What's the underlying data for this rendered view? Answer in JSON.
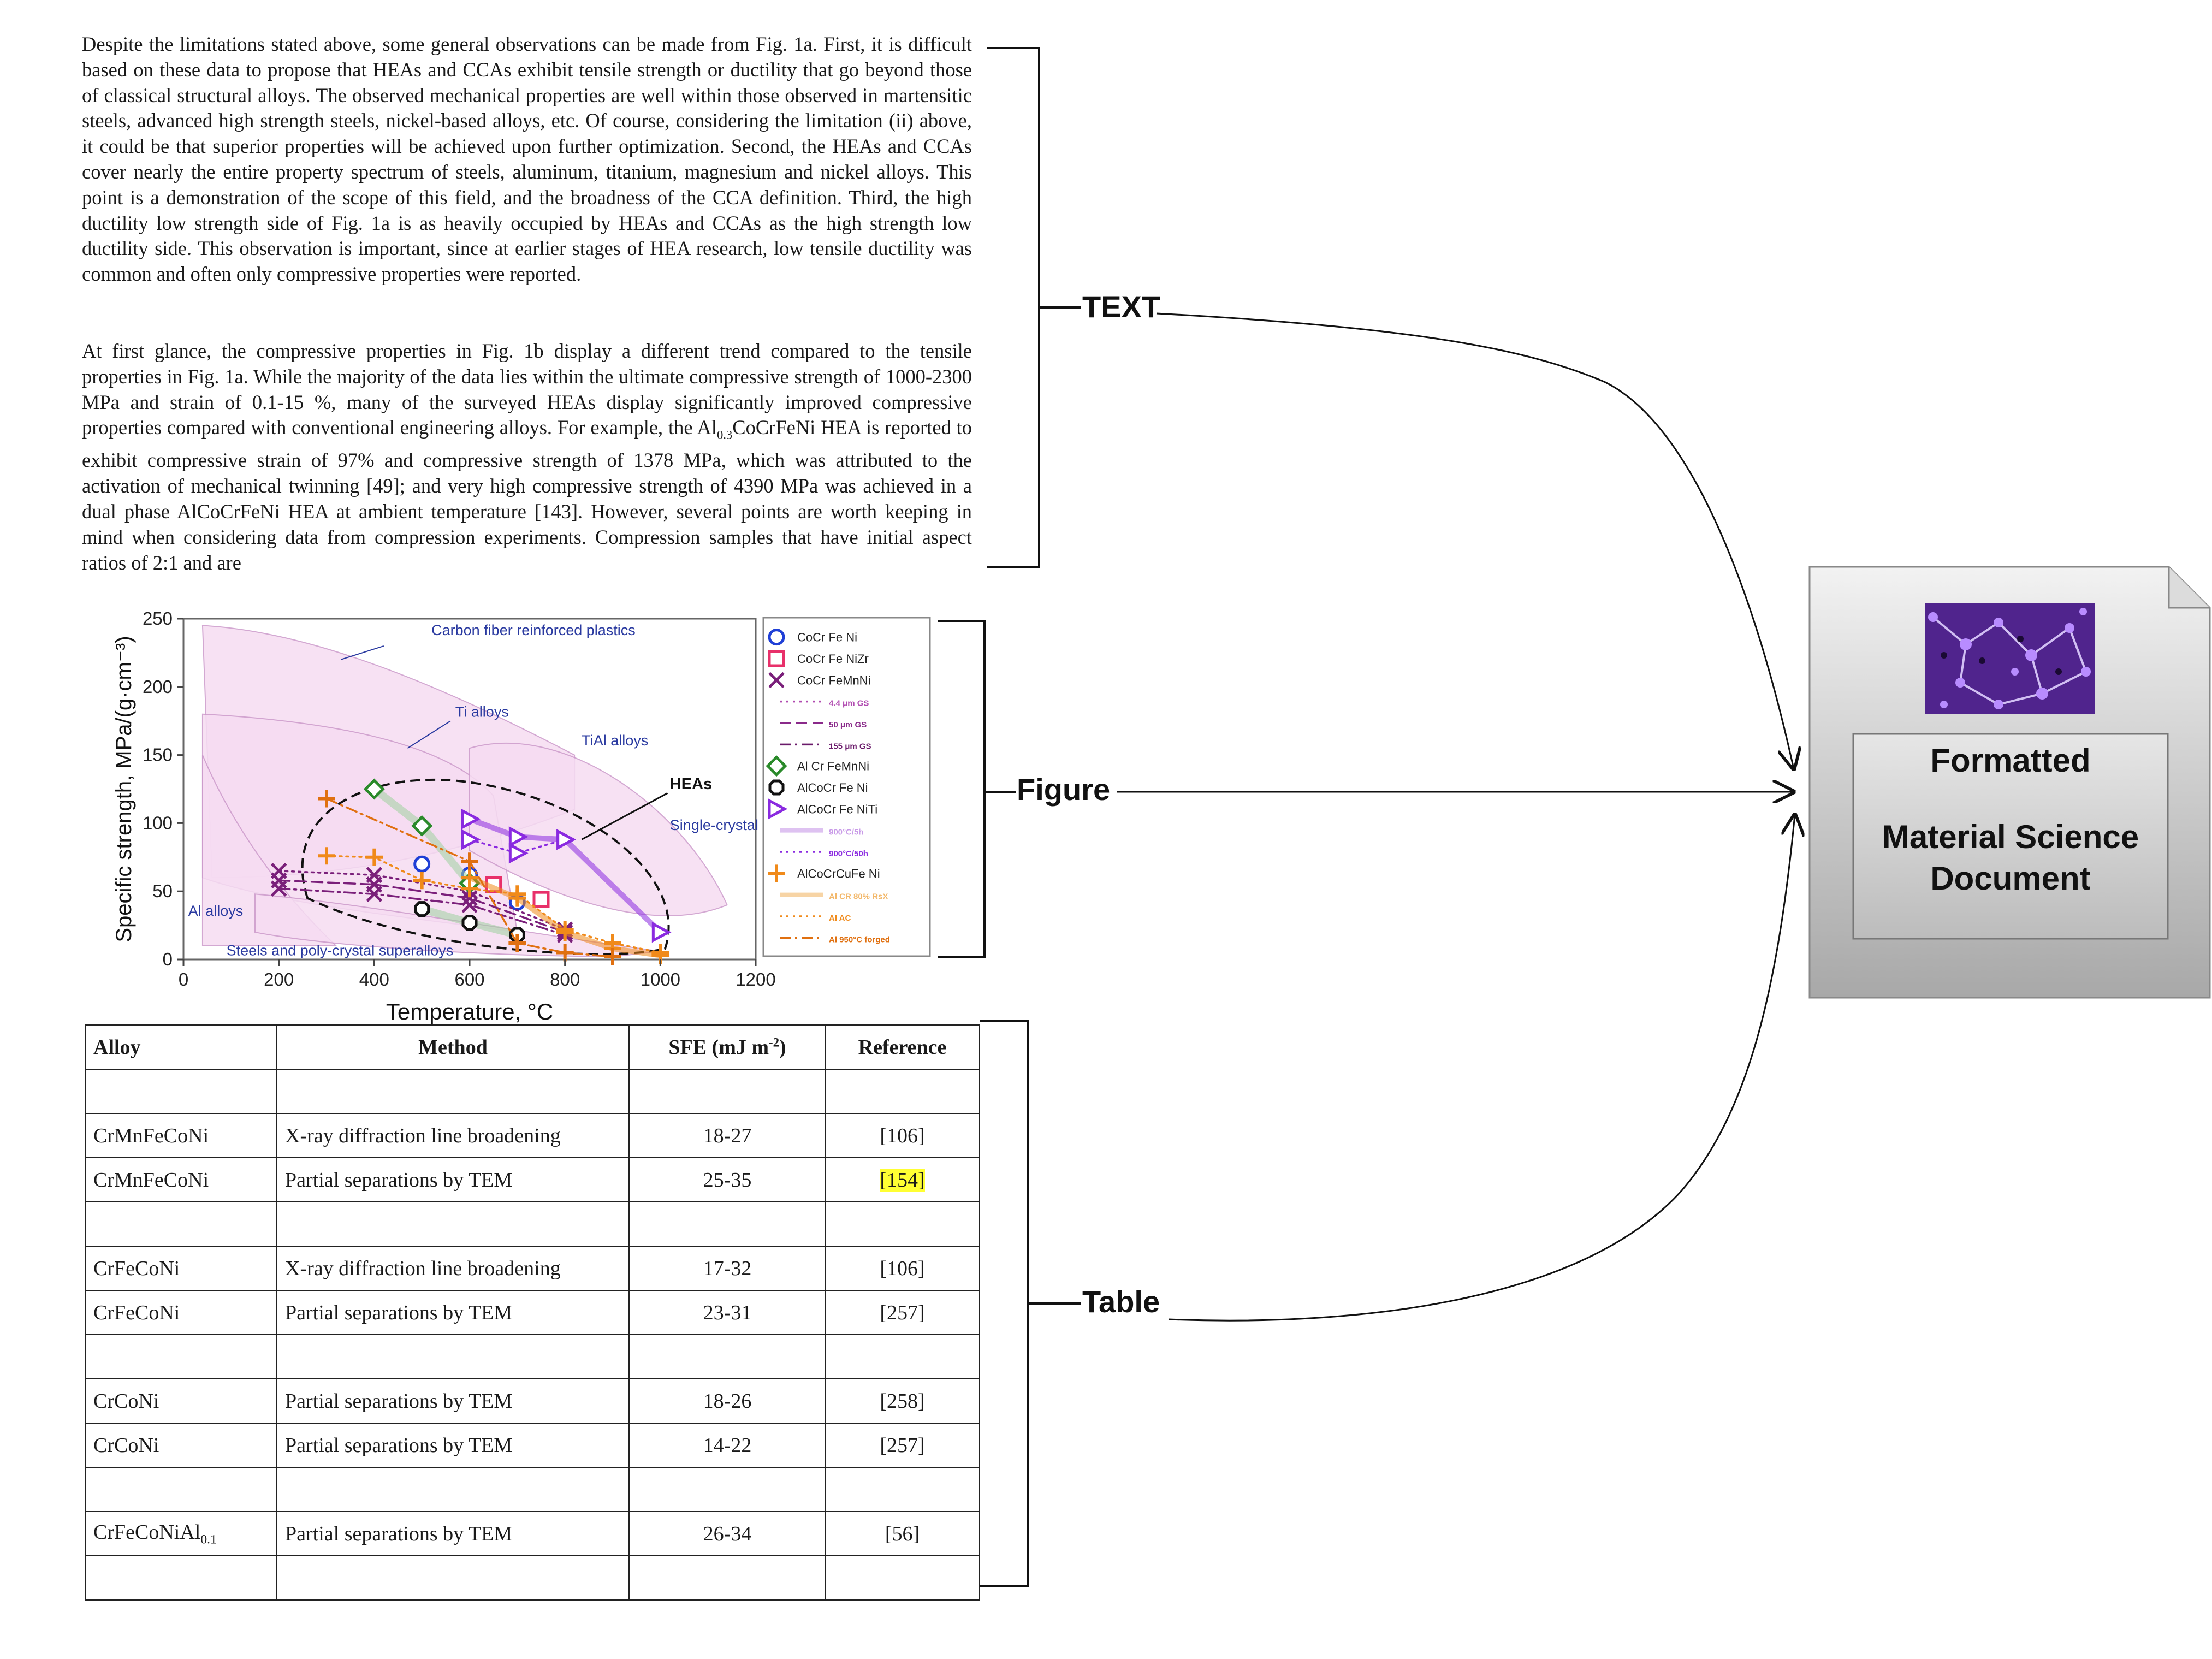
{
  "document_text": {
    "paragraph_1": "Despite the limitations stated above, some general observations can be made from Fig. 1a. First, it is difficult based on these data to propose that HEAs and CCAs exhibit tensile strength or ductility that go beyond those of classical structural alloys. The observed mechanical properties are well within those observed in martensitic steels, advanced high strength steels, nickel-based alloys, etc. Of course, considering the limitation (ii) above, it could be that superior properties will be achieved upon further optimization. Second, the HEAs and CCAs cover nearly the entire property spectrum of steels, aluminum, titanium, magnesium and nickel alloys. This point is a demonstration of the scope of this field, and the broadness of the CCA definition. Third, the high ductility low strength side of Fig. 1a is as heavily occupied by HEAs and CCAs as the high strength low ductility side. This observation is important, since at earlier stages of HEA research, low tensile ductility was common and often only compressive properties were reported.",
    "paragraph_2_before": "At first glance, the compressive properties in Fig. 1b display a different trend compared to the tensile properties in Fig. 1a. While the majority of the data lies within the ultimate compressive strength of 1000-2300 MPa and strain of 0.1-15 %, many of the surveyed HEAs display significantly improved compressive properties compared with conventional engineering alloys. For example, the Al",
    "paragraph_2_sub": "0.3",
    "paragraph_2_after": "CoCrFeNi HEA is reported to exhibit compressive strain of 97% and compressive strength of 1378 MPa, which was attributed to the activation of mechanical twinning [49]; and very high compressive strength of 4390 MPa was achieved in a dual phase AlCoCrFeNi HEA at ambient temperature [143]. However, several points are worth keeping in mind when considering data from compression experiments. Compression samples that have initial aspect ratios of 2:1 and are"
  },
  "labels": {
    "text": "TEXT",
    "figure": "Figure",
    "table": "Table"
  },
  "output_card": {
    "title_line_1": "Formatted",
    "title_line_2": "Material Science",
    "title_line_3": "Document"
  },
  "chart_data": {
    "type": "scatter",
    "xlabel": "Temperature, °C",
    "ylabel": "Specific strength, MPa/(g·cm⁻³)",
    "xlim": [
      0,
      1200
    ],
    "ylim": [
      0,
      250
    ],
    "x_ticks": [
      0,
      200,
      400,
      600,
      800,
      1000,
      1200
    ],
    "y_ticks": [
      0,
      50,
      100,
      150,
      200,
      250
    ],
    "grid": false,
    "legend_position": "right",
    "region_labels": {
      "cfrp": "Carbon fiber reinforced plastics",
      "ti": "Ti alloys",
      "tial": "TiAl alloys",
      "heas": "HEAs",
      "single_crystal": "Single-crystal superalloys",
      "al": "Al alloys",
      "steels": "Steels and poly-crystal superalloys"
    },
    "legend": [
      {
        "label": "CoCr Fe Ni",
        "marker": "circle",
        "color": "#1f3fd6"
      },
      {
        "label": "CoCr Fe NiZr",
        "marker": "square",
        "color": "#e8306a"
      },
      {
        "label": "CoCr FeMnNi",
        "marker": "x",
        "color": "#7a1f7a"
      },
      {
        "label": "4.4 μm GS",
        "marker": "line-dotted",
        "color": "#b04ab0"
      },
      {
        "label": "50 μm GS",
        "marker": "line-dashed",
        "color": "#8a2a8a"
      },
      {
        "label": "155 μm GS",
        "marker": "line-dashdot",
        "color": "#6a1a6a"
      },
      {
        "label": "Al Cr FeMnNi",
        "marker": "diamond",
        "color": "#2a8a2a"
      },
      {
        "label": "AlCoCr Fe Ni",
        "marker": "octagon",
        "color": "#111111"
      },
      {
        "label": "AlCoCr Fe NiTi",
        "marker": "triangle-right",
        "color": "#8a2ae0"
      },
      {
        "label": "900°C/5h",
        "marker": "line-solid",
        "color": "#c99be8"
      },
      {
        "label": "900°C/50h",
        "marker": "line-dotted",
        "color": "#8a2ae0"
      },
      {
        "label": "AlCoCrCuFe Ni",
        "marker": "plus",
        "color": "#f08a1a"
      },
      {
        "label": "Al CR 80% RsX",
        "marker": "line-solid",
        "color": "#f3b86a"
      },
      {
        "label": "Al AC",
        "marker": "line-dotted",
        "color": "#f08a1a"
      },
      {
        "label": "Al 950°C forged",
        "marker": "line-dashdot",
        "color": "#e07010"
      }
    ],
    "series": [
      {
        "name": "CoCr Fe Ni",
        "marker": "circle",
        "color": "#1f3fd6",
        "x": [
          500,
          600,
          700
        ],
        "y": [
          70,
          62,
          42
        ]
      },
      {
        "name": "CoCr Fe NiZr",
        "marker": "square",
        "color": "#e8306a",
        "x": [
          650,
          750
        ],
        "y": [
          55,
          44
        ]
      },
      {
        "name": "4.4 μm GS",
        "marker": "x",
        "color": "#7a1f7a",
        "line": "dotted",
        "x": [
          200,
          400,
          600,
          800
        ],
        "y": [
          65,
          62,
          50,
          22
        ]
      },
      {
        "name": "50 μm GS",
        "marker": "x",
        "color": "#7a1f7a",
        "line": "dashed",
        "x": [
          200,
          400,
          600,
          800
        ],
        "y": [
          58,
          55,
          45,
          20
        ]
      },
      {
        "name": "155 μm GS",
        "marker": "x",
        "color": "#7a1f7a",
        "line": "dashdot",
        "x": [
          200,
          400,
          600,
          800
        ],
        "y": [
          52,
          48,
          40,
          18
        ]
      },
      {
        "name": "Al Cr FeMnNi",
        "marker": "diamond",
        "color": "#2a8a2a",
        "line": "thick",
        "x": [
          400,
          500,
          600
        ],
        "y": [
          125,
          98,
          56
        ]
      },
      {
        "name": "AlCoCr Fe Ni",
        "marker": "octagon",
        "color": "#111111",
        "line": "thick",
        "x": [
          500,
          600,
          700
        ],
        "y": [
          37,
          27,
          18
        ]
      },
      {
        "name": "900°C/5h",
        "marker": "triangle-right",
        "color": "#8a2ae0",
        "line": "solid",
        "x": [
          600,
          700,
          800,
          1000
        ],
        "y": [
          103,
          90,
          88,
          20
        ]
      },
      {
        "name": "900°C/50h",
        "marker": "triangle-right",
        "color": "#8a2ae0",
        "line": "dotted",
        "x": [
          600,
          700,
          800
        ],
        "y": [
          88,
          78,
          88
        ]
      },
      {
        "name": "Al CR 80% RsX",
        "marker": "plus",
        "color": "#f08a1a",
        "line": "solid",
        "x": [
          600,
          700,
          800,
          900,
          1000
        ],
        "y": [
          60,
          45,
          20,
          8,
          3
        ]
      },
      {
        "name": "Al AC",
        "marker": "plus",
        "color": "#f08a1a",
        "line": "dotted",
        "x": [
          300,
          400,
          500,
          600,
          700,
          800,
          900,
          1000
        ],
        "y": [
          76,
          75,
          58,
          52,
          48,
          22,
          12,
          5
        ]
      },
      {
        "name": "Al 950°C forged",
        "marker": "plus",
        "color": "#e07010",
        "line": "dashdot",
        "x": [
          300,
          600,
          700,
          800,
          900
        ],
        "y": [
          118,
          72,
          12,
          5,
          2
        ]
      }
    ]
  },
  "table": {
    "headers": [
      "Alloy",
      "Method",
      "SFE (mJ m",
      "-2",
      ")",
      "Reference"
    ],
    "rows": [
      {
        "alloy": "",
        "method": "",
        "sfe": "",
        "ref": ""
      },
      {
        "alloy": "CrMnFeCoNi",
        "method": "X-ray diffraction line broadening",
        "sfe": "18-27",
        "ref": "[106]"
      },
      {
        "alloy": "CrMnFeCoNi",
        "method": "Partial separations by TEM",
        "sfe": "25-35",
        "ref": "[154]"
      },
      {
        "alloy": "",
        "method": "",
        "sfe": "",
        "ref": ""
      },
      {
        "alloy": "CrFeCoNi",
        "method": "X-ray diffraction line broadening",
        "sfe": "17-32",
        "ref": "[106]"
      },
      {
        "alloy": "CrFeCoNi",
        "method": "Partial separations by TEM",
        "sfe": "23-31",
        "ref": "[257]"
      },
      {
        "alloy": "",
        "method": "",
        "sfe": "",
        "ref": ""
      },
      {
        "alloy": "CrCoNi",
        "method": "Partial separations by TEM",
        "sfe": "18-26",
        "ref": "[258]"
      },
      {
        "alloy": "CrCoNi",
        "method": "Partial separations by TEM",
        "sfe": "14-22",
        "ref": "[257]"
      },
      {
        "alloy": "",
        "method": "",
        "sfe": "",
        "ref": ""
      },
      {
        "alloy": "CrFeCoNiAl",
        "alloy_sub": "0.1",
        "method": "Partial separations by TEM",
        "sfe": "26-34",
        "ref": "[56]"
      },
      {
        "alloy": "",
        "method": "",
        "sfe": "",
        "ref": ""
      }
    ]
  },
  "colors": {
    "highlight": "#ffff33",
    "region_fill": "#f6dcf2",
    "region_label": "#2a3aa0",
    "card_gray": "#bdbdbd"
  }
}
